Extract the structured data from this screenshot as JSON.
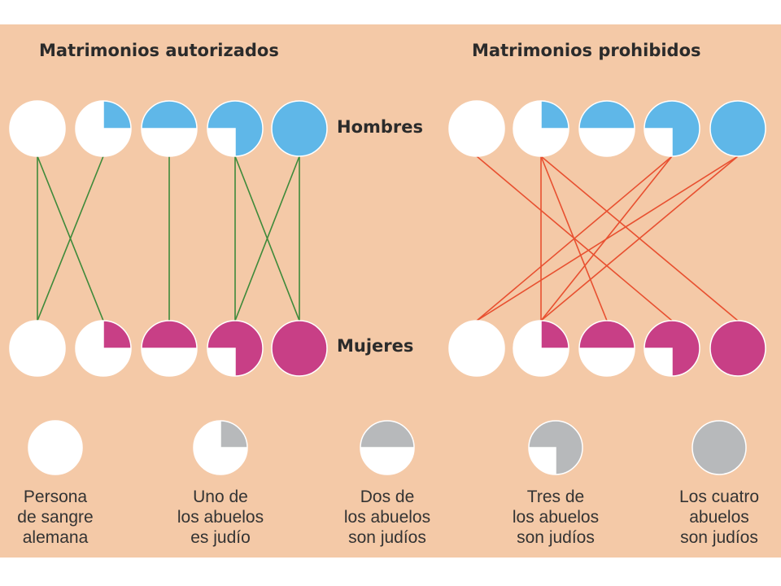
{
  "titles": {
    "authorized": "Matrimonios autorizados",
    "prohibited": "Matrimonios prohibidos"
  },
  "row_labels": {
    "men": "Hombres",
    "women": "Mujeres"
  },
  "colors": {
    "background": "#f4c9a7",
    "men_fill": "#5fb7e8",
    "women_fill": "#c83f86",
    "legend_fill": "#b7b9bb",
    "empty_fill": "#ffffff",
    "authorized_line": "#3e8a3a",
    "prohibited_line": "#e85030"
  },
  "categories": [
    {
      "id": "german",
      "jewish_grandparents": 0,
      "lines": [
        "Persona",
        "de sangre",
        "alemana"
      ]
    },
    {
      "id": "one",
      "jewish_grandparents": 1,
      "lines": [
        "Uno de",
        "los abuelos",
        "es judío"
      ]
    },
    {
      "id": "two",
      "jewish_grandparents": 2,
      "lines": [
        "Dos de",
        "los abuelos",
        "son judíos"
      ]
    },
    {
      "id": "three",
      "jewish_grandparents": 3,
      "lines": [
        "Tres de",
        "los abuelos",
        "son judíos"
      ]
    },
    {
      "id": "four",
      "jewish_grandparents": 4,
      "lines": [
        "Los cuatro",
        "abuelos",
        "son judíos"
      ]
    }
  ],
  "authorized_marriages": [
    {
      "man": 0,
      "woman": 0
    },
    {
      "man": 0,
      "woman": 1
    },
    {
      "man": 1,
      "woman": 0
    },
    {
      "man": 2,
      "woman": 2
    },
    {
      "man": 3,
      "woman": 3
    },
    {
      "man": 3,
      "woman": 4
    },
    {
      "man": 4,
      "woman": 3
    },
    {
      "man": 4,
      "woman": 4
    }
  ],
  "prohibited_marriages": [
    {
      "man": 0,
      "woman": 3
    },
    {
      "man": 1,
      "woman": 1
    },
    {
      "man": 1,
      "woman": 2
    },
    {
      "man": 1,
      "woman": 4
    },
    {
      "man": 3,
      "woman": 0
    },
    {
      "man": 3,
      "woman": 1
    },
    {
      "man": 4,
      "woman": 0
    },
    {
      "man": 4,
      "woman": 1
    }
  ]
}
